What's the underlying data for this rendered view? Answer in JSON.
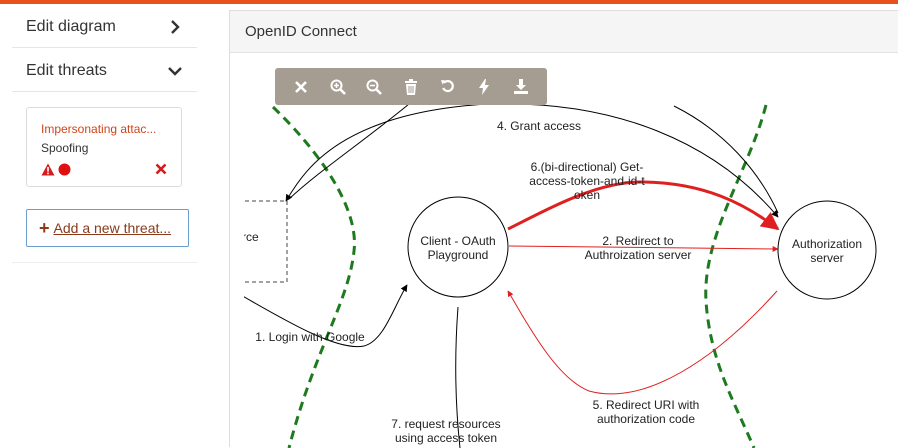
{
  "colors": {
    "accent_bar": "#e8501c",
    "threat_red": "#d0441a",
    "toolbar_bg": "#a69d92",
    "boundary_green": "#1e7a1e",
    "flow_red": "#e02020"
  },
  "sidebar": {
    "edit_diagram_label": "Edit diagram",
    "edit_threats_label": "Edit threats",
    "threats": [
      {
        "title": "Impersonating attac...",
        "type": "Spoofing",
        "icons": [
          "warning-icon",
          "severity-dot-icon",
          "delete-icon"
        ]
      }
    ],
    "add_threat_label": "Add a new threat..."
  },
  "panel": {
    "title": "OpenID Connect"
  },
  "toolbar": {
    "buttons": [
      "close-icon",
      "zoom-in-icon",
      "zoom-out-icon",
      "trash-icon",
      "undo-icon",
      "lightning-icon",
      "download-icon"
    ]
  },
  "diagram": {
    "nodes": {
      "client_line1": "Client - OAuth",
      "client_line2": "Playground",
      "auth_line1": "Authorization",
      "auth_line2": "server",
      "resource_partial": "rce"
    },
    "flows": {
      "f1": "1. Login with Google",
      "f2_line1": "2. Redirect to",
      "f2_line2": "Authroization server",
      "f4": "4. Grant access",
      "f5_line1": "5. Redirect URI with",
      "f5_line2": "authorization code",
      "f6_line1": "6.(bi-directional) Get-",
      "f6_line2": "access-token-and-id-t",
      "f6_line3": "oken",
      "f7_line1": "7. request resources",
      "f7_line2": "using access token"
    }
  }
}
